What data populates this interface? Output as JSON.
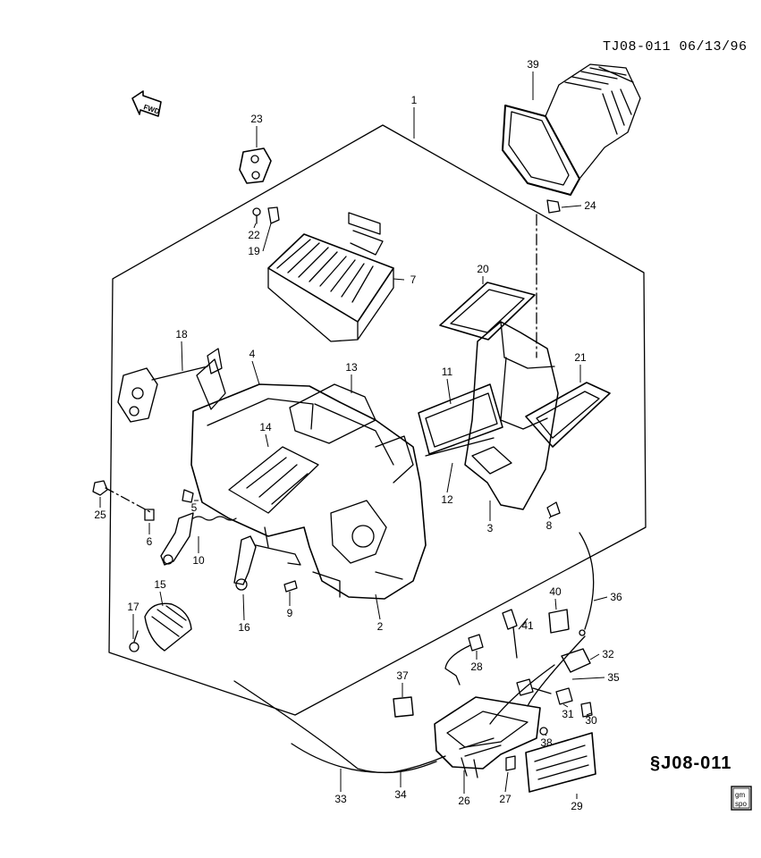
{
  "header": {
    "drawing_ref": "TJ08-011 06/13/96"
  },
  "direction_marker": {
    "label": "FWD"
  },
  "section_code": "J08-011",
  "publisher_logo": {
    "text": "gm spo"
  },
  "callouts": [
    "1",
    "2",
    "3",
    "4",
    "5",
    "6",
    "7",
    "8",
    "9",
    "10",
    "11",
    "12",
    "13",
    "14",
    "15",
    "16",
    "17",
    "18",
    "19",
    "20",
    "21",
    "22",
    "23",
    "24",
    "25",
    "26",
    "27",
    "28",
    "29",
    "30",
    "31",
    "32",
    "33",
    "34",
    "35",
    "36",
    "37",
    "38",
    "39",
    "40",
    "41"
  ]
}
